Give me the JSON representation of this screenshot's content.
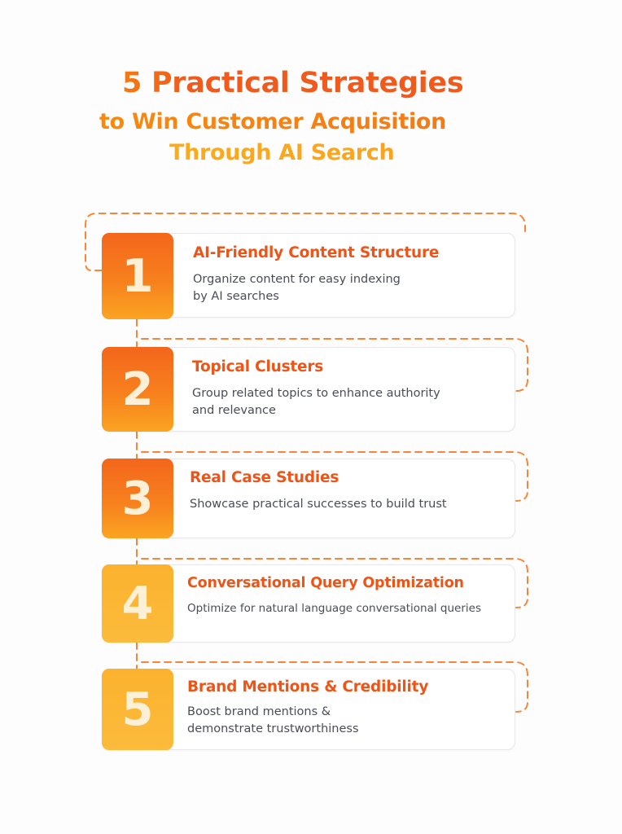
{
  "title": {
    "line1": "5 Practical Strategies",
    "line2": "to Win Customer Acquisition",
    "line3": "Through AI Search"
  },
  "colors": {
    "title_red_orange": "#f05a1d",
    "title_orange": "#f47a17",
    "title_yellow": "#fbab1c",
    "card_title": "#ef5417",
    "card_desc": "#4a4d57",
    "dash": "#f7863a",
    "num_orange_top": "#f4661c",
    "num_orange_bottom": "#fba422",
    "num_yellow": "#fbb22e",
    "num_text": "#fdf0d6"
  },
  "strategies": [
    {
      "number": "1",
      "title": "AI-Friendly Content Structure",
      "description_line1": "Organize content for easy indexing",
      "description_line2": "by AI searches"
    },
    {
      "number": "2",
      "title": "Topical Clusters",
      "description_line1": "Group related topics to enhance authority",
      "description_line2": "and relevance"
    },
    {
      "number": "3",
      "title": "Real Case Studies",
      "description_line1": "Showcase practical successes to build trust",
      "description_line2": ""
    },
    {
      "number": "4",
      "title": "Conversational Query Optimization",
      "description_line1": "Optimize for natural language conversational queries",
      "description_line2": ""
    },
    {
      "number": "5",
      "title": "Brand Mentions & Credibility",
      "description_line1": "Boost brand mentions &",
      "description_line2": "demonstrate trustworthiness"
    }
  ]
}
